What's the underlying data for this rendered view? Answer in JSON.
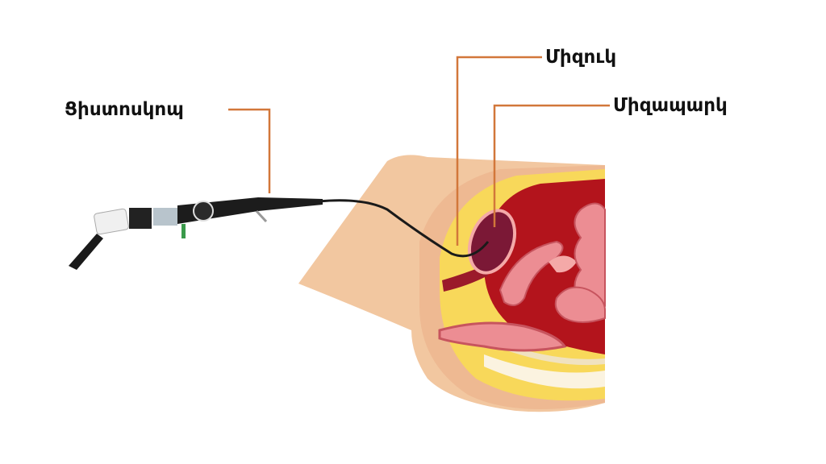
{
  "labels": {
    "cystoscope": "Ցիստոսկոպ",
    "urethra": "Միզուկ",
    "bladder": "Միզապարկ"
  },
  "colors": {
    "leader_line": "#d2773a",
    "skin": "#f2c7a0",
    "fat": "#f8d85a",
    "cavity": "#b3141c",
    "bladder": "#7b1836",
    "organ_pink": "#ec8d93"
  }
}
